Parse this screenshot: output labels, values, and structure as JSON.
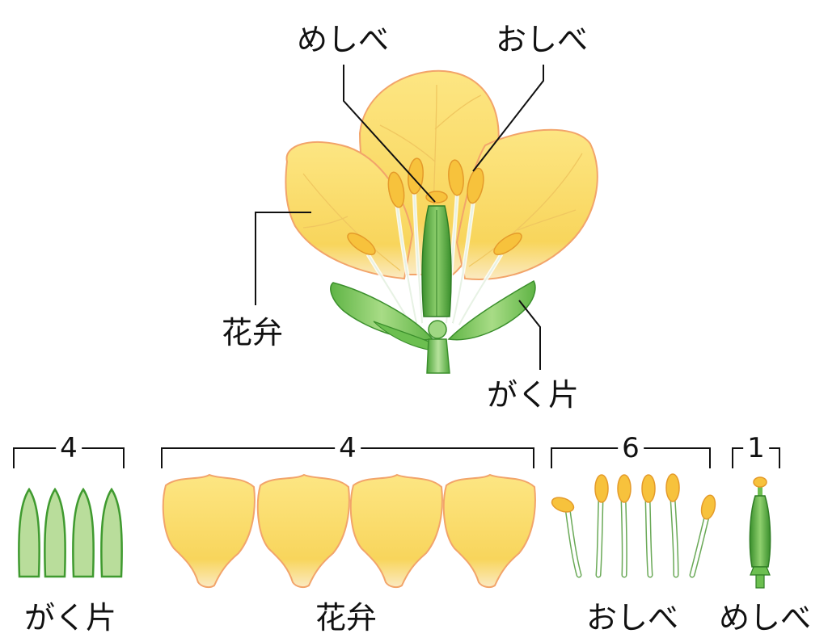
{
  "flower": {
    "labels": {
      "pistil": "めしべ",
      "stamen": "おしべ",
      "petal": "花弁",
      "sepal": "がく片"
    }
  },
  "parts": [
    {
      "name": "がく片",
      "count": "4"
    },
    {
      "name": "花弁",
      "count": "4"
    },
    {
      "name": "おしべ",
      "count": "6"
    },
    {
      "name": "めしべ",
      "count": "1"
    }
  ],
  "colors": {
    "petal_fill": "#fbe27a",
    "petal_outline": "#f2a46a",
    "sepal_fill": "#7ccb5e",
    "anther": "#f7c23c",
    "pistil": "#4ea53a",
    "leader_line": "#111111"
  }
}
